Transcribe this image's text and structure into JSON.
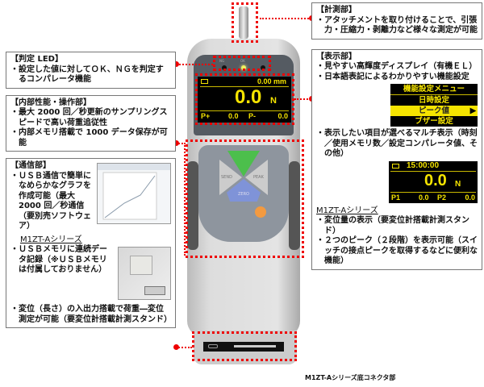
{
  "callouts": {
    "measure": {
      "title": "【計測部】",
      "items": [
        "アタッチメントを取り付けることで、引張力・圧縮力・剥離力など様々な測定が可能"
      ]
    },
    "led": {
      "title": "【判定 LED】",
      "items": [
        "設定した値に対してＯＫ、ＮＧを判定するコンパレータ機能"
      ]
    },
    "internal": {
      "title": "【内部性能・操作部】",
      "items": [
        "最大 2000 回／秒更新のサンプリングスピードで高い荷重追従性",
        "内部メモリ搭載で 1000 データ保存が可能"
      ]
    },
    "comm": {
      "title": "【通信部】",
      "items": [
        "ＵＳＢ通信で簡単になめらかなグラフを作成可能（最大 2000 回／秒通信（要別売ソフトウェア）"
      ],
      "series": "M1ZT-Aシリーズ",
      "series_items": [
        "ＵＳＢメモリに連続データ記録（※ＵＳＢメモリは付属しておりません）"
      ],
      "bottom_items": [
        "変位（長さ）の入出力搭載で荷重―変位測定が可能（要変位計搭載計測スタンド）"
      ]
    },
    "display": {
      "title": "【表示部】",
      "items": [
        "見やすい高輝度ディスプレイ（有機ＥＬ）",
        "日本語表記によるわかりやすい機能設定"
      ],
      "menu": [
        "機能設定メニュー",
        "日時設定",
        "ピーク値",
        "ブザー設定"
      ],
      "multi_items": [
        "表示したい項目が選べるマルチ表示（時刻／使用メモリ数／設定コンパレータ値、その他）"
      ],
      "multi_screen": {
        "time": "15:00:00",
        "value": "0.0",
        "unit": "N",
        "p1_label": "P1",
        "p1": "0.0",
        "p2_label": "P2",
        "p2": "0.0"
      },
      "series": "M1ZT-Aシリーズ",
      "series_items": [
        "変位量の表示（要変位計搭載計測スタンド）",
        "２つのピーク（２段階）を表示可能（スイッチの接点ピークを取得するなどに便利な機能）"
      ]
    }
  },
  "device": {
    "screen": {
      "top": "0.00 mm",
      "value": "0.0",
      "unit": "N",
      "pplus_label": "P+",
      "pplus": "0.0",
      "pminus_label": "P-",
      "pminus": "0.0"
    },
    "led_labels": [
      "NG",
      "OK"
    ],
    "buttons": {
      "left": "SEND",
      "right": "PEAK",
      "bottom": "ZERO"
    }
  },
  "caption": "M1ZT-Aシリーズ底コネクタ部"
}
